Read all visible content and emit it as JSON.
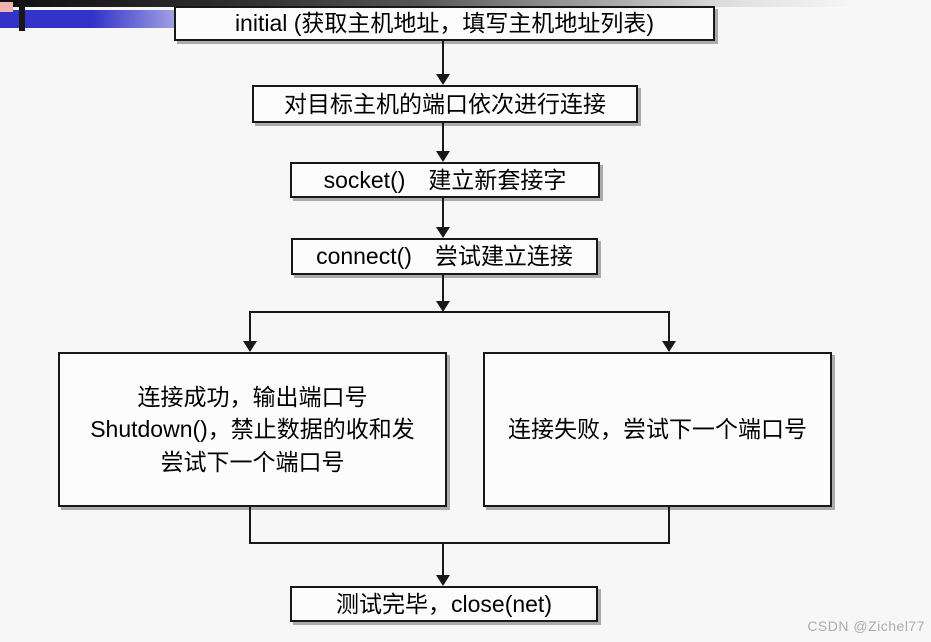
{
  "page": {
    "background_color": "#f7f7f7",
    "watermark": "CSDN @Zichel77"
  },
  "decorations": {
    "top_bar_gradient_left": "#101010",
    "top_bar_gradient_right": "#f7f7f7",
    "blue_accent": "#3333c9",
    "pink_accent": "#f2b3ae",
    "black_accent": "#161616"
  },
  "flowchart": {
    "line_color": "#181818",
    "nodes": {
      "initial": {
        "text": "initial (获取主机地址，填写主机地址列表)"
      },
      "scan": {
        "text": "对目标主机的端口依次进行连接"
      },
      "socket": {
        "text": "socket()　建立新套接字"
      },
      "connect": {
        "text": "connect()　尝试建立连接"
      },
      "success": {
        "lines": [
          "连接成功，输出端口号",
          "Shutdown()，禁止数据的收和发",
          "尝试下一个端口号"
        ]
      },
      "failure": {
        "text": "连接失败，尝试下一个端口号"
      },
      "done": {
        "text": "测试完毕，close(net)"
      }
    }
  }
}
